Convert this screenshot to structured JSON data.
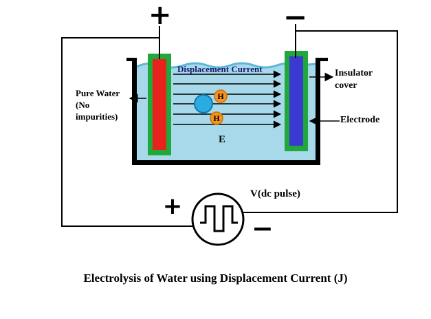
{
  "diagram": {
    "title": "Electrolysis of Water using Displacement Current (J)",
    "labels": {
      "displacement_current": "Displacement Current",
      "pure_water": "Pure Water\n(No\nimpurities)",
      "insulator_cover": "Insulator\ncover",
      "electrode": "Electrode",
      "field": "E",
      "source": "V(dc pulse)",
      "hydrogen": "H"
    },
    "polarity": {
      "top_positive": "+",
      "top_negative": "−",
      "source_positive": "+",
      "source_negative": "−"
    },
    "colors": {
      "water": "#a7d9eb",
      "anode_red": "#e8221c",
      "cathode_blue": "#3a3ad0",
      "insulator_green": "#21a83a",
      "hydrogen_orange": "#f7941e",
      "oxygen_blue": "#2aabe2",
      "displacement_text": "#191970",
      "wire": "#000000"
    }
  }
}
